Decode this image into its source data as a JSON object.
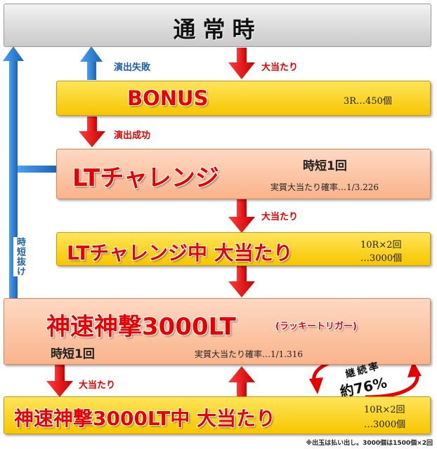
{
  "normal": {
    "title": "通常時"
  },
  "bonus": {
    "title": "BONUS",
    "detail": "3R…450個"
  },
  "lt_challenge": {
    "title": "LTチャレンジ",
    "jitan": "時短1回",
    "prob": "実質大当たり確率…1/3.226"
  },
  "lt_challenge_hit": {
    "title": "LTチャレンジ中 大当たり",
    "detail_line1": "10R×2回",
    "detail_line2": "…3000個"
  },
  "shinsoku": {
    "title": "神速神撃3000LT",
    "subtitle": "(ラッキートリガー)",
    "jitan": "時短1回",
    "prob": "実質大当たり確率…1/1.316"
  },
  "shinsoku_hit": {
    "title": "神速神撃3000LT中 大当たり",
    "detail_line1": "10R×2回",
    "detail_line2": "…3000個"
  },
  "continuation": {
    "label": "継続率",
    "value": "約76%"
  },
  "labels": {
    "effect_fail": "演出失敗",
    "effect_success": "演出成功",
    "jackpot": "大当たり",
    "jitan_exit": "時短抜け"
  },
  "footnote": "※出玉は払い出し。3000個は1500個×2回",
  "colors": {
    "red_arrow": "#e60000",
    "blue_arrow": "#2a7acc",
    "yellow": "#f7c600",
    "salmon": "#f9b38b",
    "gray": "#d0d0d0"
  }
}
